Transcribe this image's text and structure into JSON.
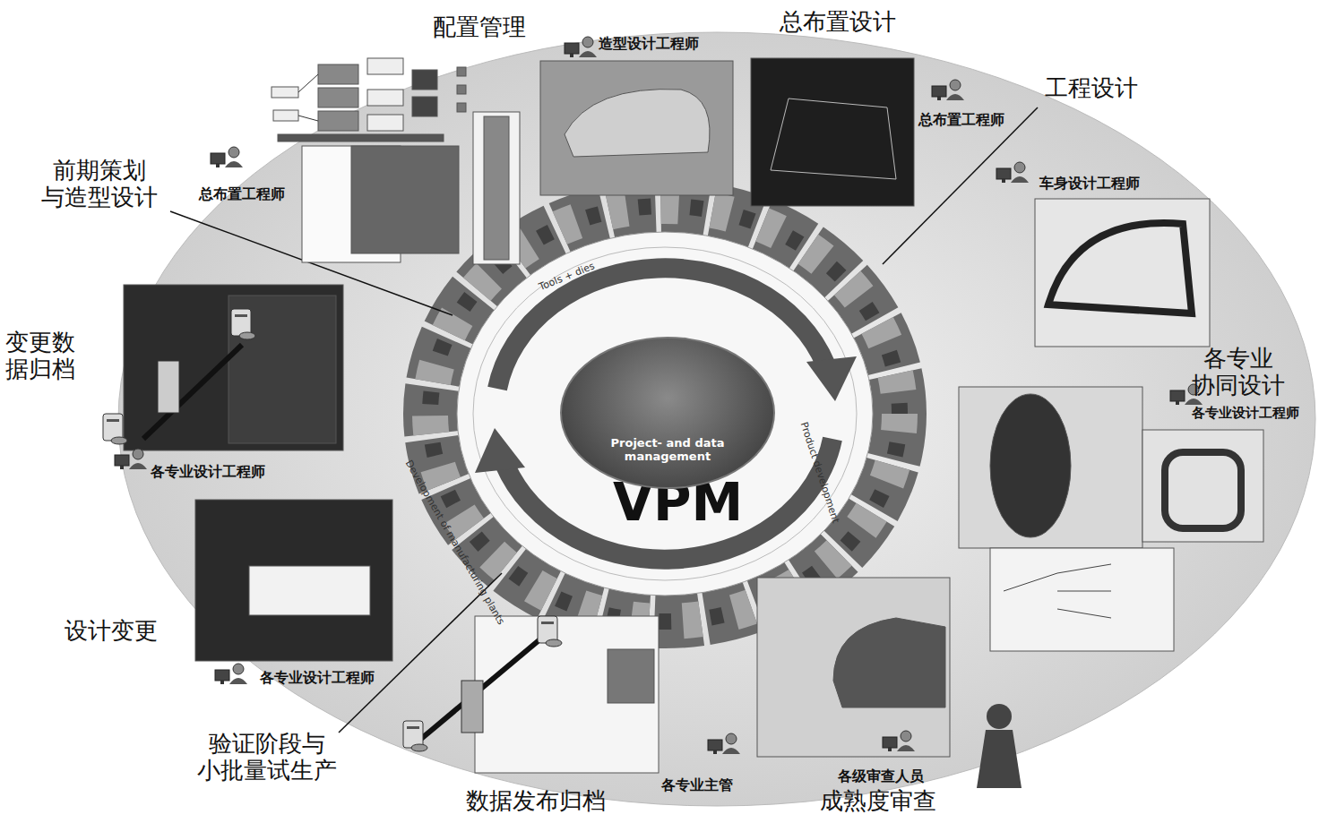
{
  "diagram": {
    "nodes": [
      {
        "text": [
          "Project- and data management"
        ]
      }
    ],
    "labels": [
      "配置管理",
      "造型设计工程师",
      "总布置设计",
      "工程设计",
      "总布置工程师",
      "前期策划 与造型设计",
      "总布置工程师",
      "车身设计工程师",
      "变更数 据归档",
      "各专业 协同设计",
      "各专业设计工程师",
      "各专业设计工程师",
      "Tools + dies",
      "Product development",
      "Development of manufacturing plants",
      "VPM",
      "设计变更",
      "各专业设计工程师",
      "验证阶段与 小批量试生产",
      "各专业主管",
      "各级审查人员",
      "数据发布归档",
      "成熟度审查"
    ]
  }
}
